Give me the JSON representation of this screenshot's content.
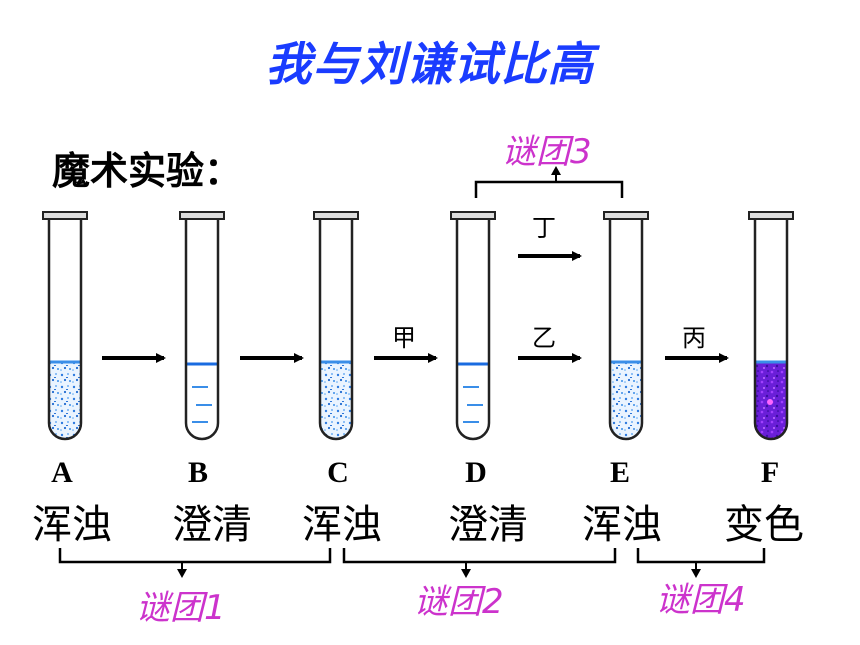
{
  "title": "我与刘谦试比高",
  "section_label": "魔术实验：",
  "tubes": [
    {
      "letter": "A",
      "state": "浑浊"
    },
    {
      "letter": "B",
      "state": "澄清"
    },
    {
      "letter": "C",
      "state": "浑浊"
    },
    {
      "letter": "D",
      "state": "澄清"
    },
    {
      "letter": "E",
      "state": "浑浊"
    },
    {
      "letter": "F",
      "state": "变色"
    }
  ],
  "reagents": {
    "jia": "甲",
    "yi": "乙",
    "bing": "丙",
    "ding": "丁"
  },
  "puzzles": {
    "p1": "谜团1",
    "p2": "谜团2",
    "p3": "谜团3",
    "p4": "谜团4"
  },
  "colors": {
    "title": "#1a3cff",
    "puzzle": "#cc33cc",
    "liquid": "#3a8ee8",
    "violet": "#7a22e0"
  }
}
